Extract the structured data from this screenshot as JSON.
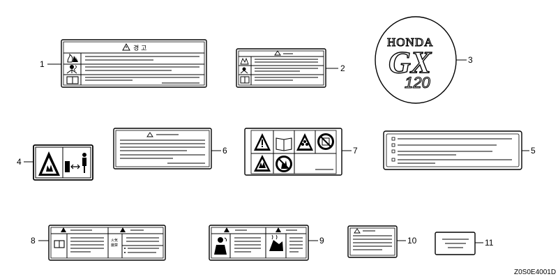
{
  "diagram_code": "Z0S0E4001D",
  "callouts": [
    {
      "id": 1,
      "label": "1"
    },
    {
      "id": 2,
      "label": "2"
    },
    {
      "id": 3,
      "label": "3"
    },
    {
      "id": 4,
      "label": "4"
    },
    {
      "id": 5,
      "label": "5"
    },
    {
      "id": 6,
      "label": "6"
    },
    {
      "id": 7,
      "label": "7"
    },
    {
      "id": 8,
      "label": "8"
    },
    {
      "id": 9,
      "label": "9"
    },
    {
      "id": 10,
      "label": "10"
    },
    {
      "id": 11,
      "label": "11"
    }
  ],
  "emblem": {
    "brand": "HONDA",
    "model": "GX",
    "displacement": "120"
  },
  "label1": {
    "header": "경 고"
  },
  "label8": {
    "kanji_top": "火気",
    "kanji_bottom": "厳禁"
  },
  "colors": {
    "ink": "#000000",
    "paper": "#ffffff"
  }
}
